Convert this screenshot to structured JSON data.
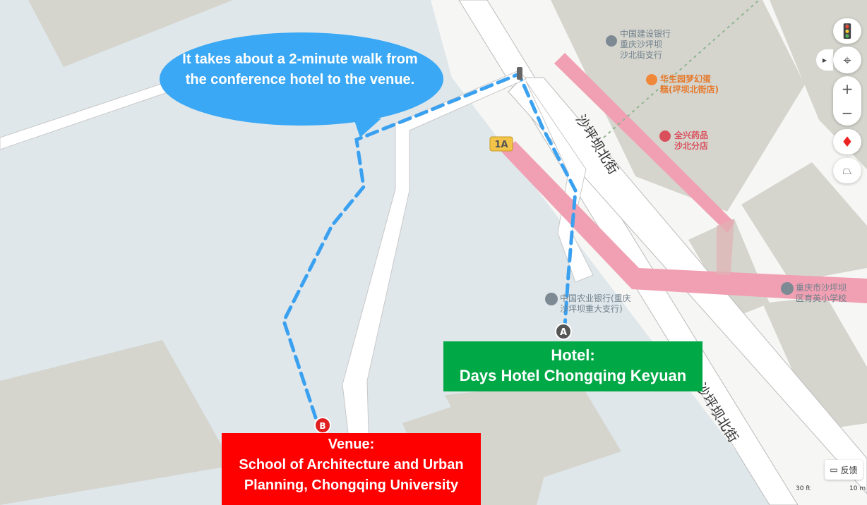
{
  "bubble": {
    "text": "It takes about a 2-minute walk from the conference hotel to the  venue."
  },
  "hotel": {
    "line1": "Hotel:",
    "line2": "Days Hotel Chongqing Keyuan"
  },
  "venue": {
    "line1": "Venue:",
    "line2": "School of Architecture and Urban",
    "line3": "Planning, Chongqing University"
  },
  "markers": {
    "start": "A",
    "end": "B"
  },
  "roads": {
    "street_name": "沙坪坝北街",
    "bus_stop": "1A"
  },
  "pois": [
    {
      "line1": "中国建设银行",
      "line2": "重庆沙坪坝",
      "line3": "沙北街支行",
      "icon": "bank-icon"
    },
    {
      "line1": "华生园梦幻蛋",
      "line2": "糕(坪坝北街店)",
      "icon": "food-icon"
    },
    {
      "line1": "全兴药品",
      "line2": "沙北分店",
      "icon": "pharmacy-icon"
    },
    {
      "line1": "中国农业银行(重庆",
      "line2": "沙坪坝重大支行)",
      "icon": "atm-icon"
    },
    {
      "line1": "重庆市沙坪坝",
      "line2": "区育英小学校",
      "icon": "school-icon"
    }
  ],
  "controls": {
    "zoom_in": "+",
    "zoom_out": "−",
    "feedback": "反馈"
  },
  "scale": {
    "imperial": "30 ft",
    "metric": "10 m"
  },
  "colors": {
    "route": "#3aa0f0",
    "rail": "#f0a0b2",
    "hotel": "#00a846",
    "venue": "#ff0000",
    "bubble": "#3aa8f5"
  }
}
